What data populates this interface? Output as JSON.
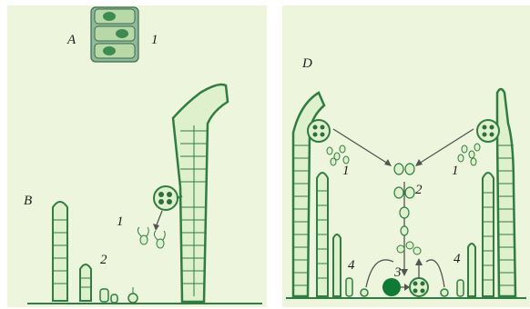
{
  "colors": {
    "panel_bg": "#edf5dc",
    "filament_dark": "#2f7d43",
    "cell_fill": "#dff0cc",
    "nucleus": "#2e6e3e",
    "zygote": "#0f7a33",
    "arrow": "#555555",
    "label": "#1e1e1e"
  },
  "left_panel": {
    "label_A": "A",
    "label_A_1": "1",
    "label_B": "B",
    "label_B_1": "1",
    "label_B_2": "2"
  },
  "right_panel": {
    "label_D": "D",
    "label_1_left": "1",
    "label_1_right": "1",
    "label_2": "2",
    "label_3": "3",
    "label_4_left": "4",
    "label_4_right": "4"
  }
}
